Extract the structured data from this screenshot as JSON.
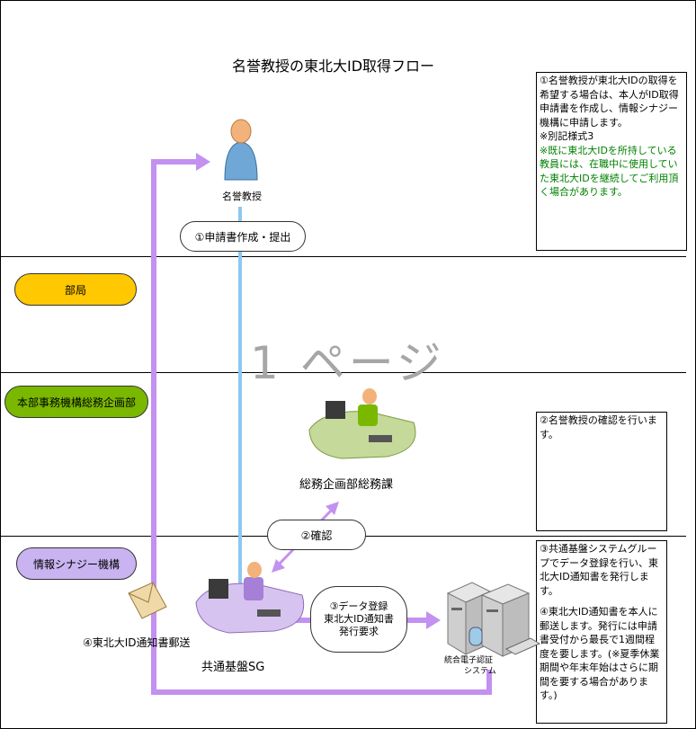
{
  "title": "名誉教授の東北大ID取得フロー",
  "watermark": "1 ページ",
  "notes": {
    "note1": {
      "text": "①名誉教授が東北大IDの取得を希望する場合は、本人がID取得申請書を作成し、情報シナジー機構に申請します。",
      "sub": "※別記様式3",
      "green": "※既に東北大IDを所持している教員には、在職中に使用していた東北大IDを継続してご利用頂く場合があります。"
    },
    "note2": {
      "text": "②名誉教授の確認を行います。"
    },
    "note3": {
      "p1": "③共通基盤システムグループでデータ登録を行い、東北大ID通知書を発行します。",
      "p2": "④東北大ID通知書を本人に郵送します。発行には申請書受付から最長で1週間程度を要します。(※夏季休業期間や年末年始はさらに期間を要する場合があります。)"
    }
  },
  "lanes": {
    "bukyoku": "部局",
    "honbu": "本部事務機構総務企画部",
    "joho": "情報シナジー機構"
  },
  "colors": {
    "bukyoku": "#ffc800",
    "honbu": "#7ab800",
    "joho": "#c9b3f0",
    "arrow_purple": "#c391f0",
    "line_blue": "#8cc8f0",
    "green_text": "#008000"
  },
  "actors": {
    "meiyo": "名誉教授",
    "somu": "総務企画部総務課",
    "kyotsu": "共通基盤SG",
    "system_l1": "統合電子認証",
    "system_l2": "システム"
  },
  "steps": {
    "s1": "①申請書作成・提出",
    "s2": "②確認",
    "s3_l1": "③データ登録",
    "s3_l2": "東北大ID通知書",
    "s3_l3": "発行要求",
    "s4": "④東北大ID通知書郵送"
  },
  "icons": [
    "person-icon",
    "office-worker-icon",
    "server-icon",
    "envelope-icon"
  ]
}
